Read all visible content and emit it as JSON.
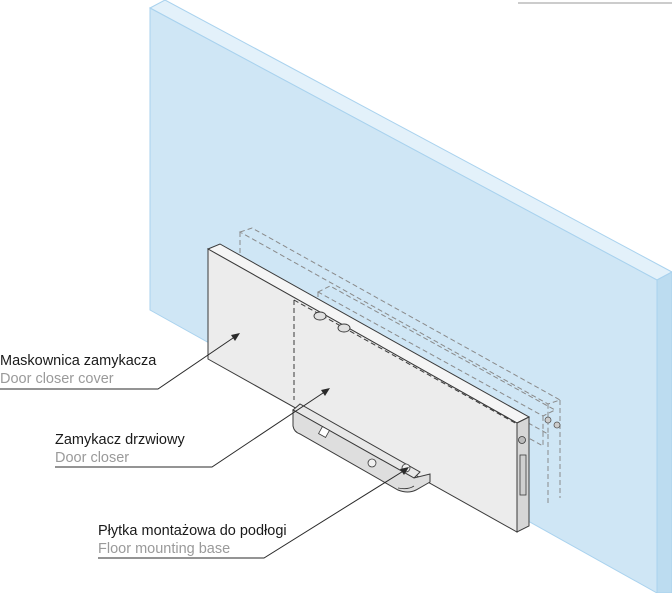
{
  "labels": [
    {
      "pl": "Maskownica zamykacza",
      "en": "Door closer cover"
    },
    {
      "pl": "Zamykacz drzwiowy",
      "en": "Door closer"
    },
    {
      "pl": "Płytka montażowa do podłogi",
      "en": "Floor mounting base"
    }
  ],
  "colors": {
    "glass_fill": "#cfe6f5",
    "glass_edge": "#a9d2ee",
    "cover_fill": "#ececec",
    "cover_side": "#d6d6d6",
    "outline": "#3a3a3a",
    "leader": "#2a2a2a"
  }
}
